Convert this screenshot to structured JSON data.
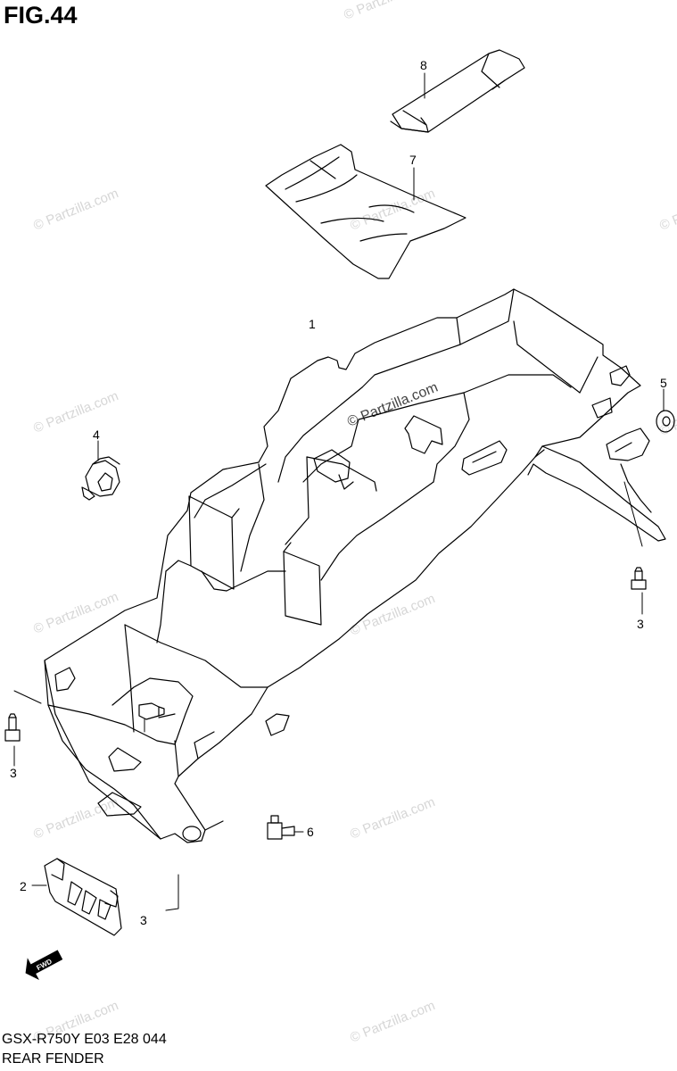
{
  "figure": {
    "title": "FIG.44"
  },
  "footer": {
    "model": "GSX-R750Y E03 E28  044",
    "section": "REAR FENDER"
  },
  "watermark": {
    "text": "© Partzilla.com",
    "color": "#d6d6d6"
  },
  "callouts": [
    {
      "id": "1",
      "label": "1"
    },
    {
      "id": "2",
      "label": "2"
    },
    {
      "id": "3a",
      "label": "3"
    },
    {
      "id": "3b",
      "label": "3"
    },
    {
      "id": "3c",
      "label": "3"
    },
    {
      "id": "4",
      "label": "4"
    },
    {
      "id": "5",
      "label": "5"
    },
    {
      "id": "6",
      "label": "6"
    },
    {
      "id": "7",
      "label": "7"
    },
    {
      "id": "8",
      "label": "8"
    }
  ],
  "icons": {
    "fwd": "fwd-arrow-icon",
    "fwd_text": "FWD"
  }
}
